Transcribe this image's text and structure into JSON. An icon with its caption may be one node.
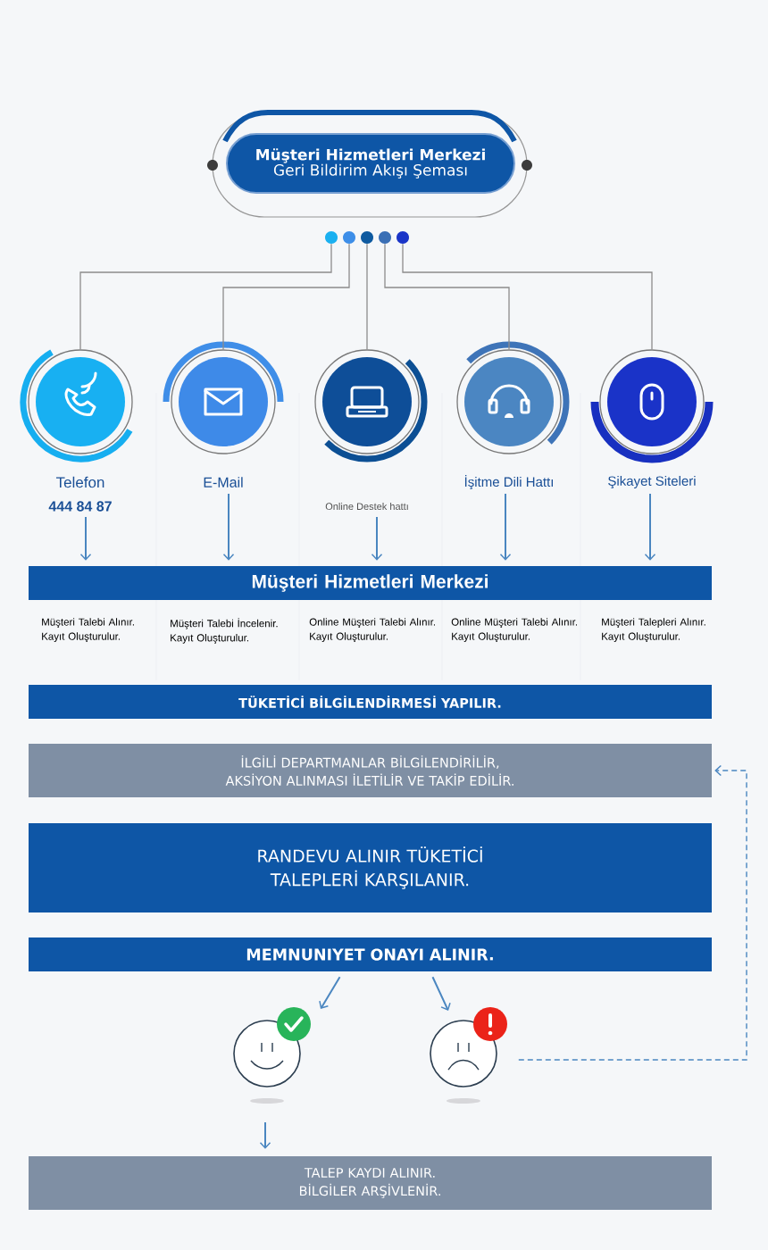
{
  "diagram": {
    "nodes": [
      {
        "text": [
          "Müşteri Hizmetleri Merkezi",
          "Geri Bildirim Akışı Şeması"
        ]
      },
      {
        "text": [],
        "shape": "circle"
      },
      {
        "text": [],
        "shape": "circle"
      },
      {
        "text": [],
        "shape": "circle"
      },
      {
        "text": [],
        "shape": "circle"
      },
      {
        "text": [],
        "shape": "circle"
      },
      {
        "text": [
          "Telefon",
          "444 84 87"
        ]
      },
      {
        "text": [
          "E-Mail"
        ]
      },
      {
        "text": [
          "Online Destek hattı"
        ]
      },
      {
        "text": [
          "İşitme Dili Hattı"
        ]
      },
      {
        "text": [
          "Şikayet Siteleri"
        ]
      },
      {
        "text": [
          "Müşteri Hizmetleri Merkezi"
        ]
      },
      {
        "text": [
          "TÜKETİCİ BİLGİLENDİRMESİ YAPILIR."
        ]
      },
      {
        "text": [
          "İLGİLİ DEPARTMANLAR BİLGİLENDİRİLİR, AKSİYON ALINMASI İLETİLİR VE TAKİP EDİLİR."
        ]
      },
      {
        "text": [
          "RANDEVU ALINIR TÜKETİCİ TALEPLERİ KARŞILANIR."
        ]
      },
      {
        "text": [
          "MEMNUNIYET ONAYI ALINIR."
        ]
      },
      {
        "text": [],
        "shape": "face"
      },
      {
        "text": [],
        "shape": "face"
      },
      {
        "text": [
          "TALEP KAYDI ALINIR. BİLGİLER ARŞİVLENİR."
        ]
      }
    ],
    "edges": [
      {
        "from": 1,
        "to": 6,
        "arrow": "none",
        "color": "#8c8c8c"
      },
      {
        "from": 2,
        "to": 7,
        "arrow": "none",
        "color": "#8c8c8c"
      },
      {
        "from": 3,
        "to": 8,
        "arrow": "none",
        "color": "#8c8c8c"
      },
      {
        "from": 4,
        "to": 9,
        "arrow": "none",
        "color": "#8c8c8c"
      },
      {
        "from": 5,
        "to": 10,
        "arrow": "none",
        "color": "#8c8c8c"
      },
      {
        "from": 6,
        "to": 11,
        "arrow": "to"
      },
      {
        "from": 7,
        "to": 11,
        "arrow": "to"
      },
      {
        "from": 8,
        "to": 11,
        "arrow": "to"
      },
      {
        "from": 9,
        "to": 11,
        "arrow": "to"
      },
      {
        "from": 10,
        "to": 11,
        "arrow": "to"
      },
      {
        "from": 15,
        "to": 16,
        "arrow": "to"
      },
      {
        "from": 15,
        "to": 17,
        "arrow": "to"
      },
      {
        "from": 17,
        "to": 13,
        "arrow": "to",
        "style": "dashed"
      },
      {
        "from": 16,
        "to": 18,
        "arrow": "to"
      }
    ],
    "labels": [
      "Müşteri Talebi Alınır. Kayıt Oluşturulur.",
      "Müşteri Talebi İncelenir. Kayıt Oluşturulur.",
      "Online Müşteri Talebi Alınır. Kayıt Oluşturulur.",
      "Online Müşteri Talebi Alınır. Kayıt Oluşturulur.",
      "Müşteri Talepleri Alınır. Kayıt Oluşturulur."
    ]
  }
}
